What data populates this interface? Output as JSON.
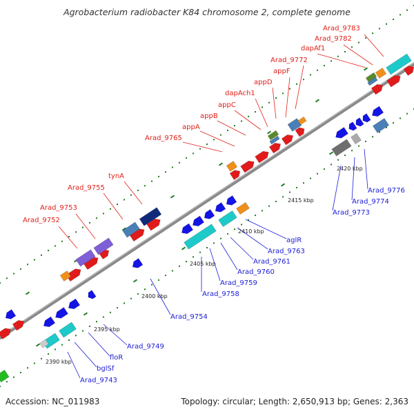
{
  "title": "Agrobacterium radiobacter K84 chromosome 2, complete genome",
  "footer": {
    "accession": "Accession: NC_011983",
    "topology": "Topology: circular; Length: 2,650,913 bp; Genes: 2,363"
  },
  "colors": {
    "forward_label": "#e0201a",
    "reverse_label": "#1b1bd6",
    "backbone": "#8a8a8a",
    "tick": "#1f7a1f"
  },
  "ticks": [
    "2390 kbp",
    "2395 kbp",
    "2400 kbp",
    "2405 kbp",
    "2410 kbp",
    "2415 kbp",
    "2420 kbp"
  ],
  "forward_labels": [
    "Arad_9752",
    "Arad_9753",
    "Arad_9755",
    "tynA",
    "Arad_9765",
    "appA",
    "appB",
    "appC",
    "dapAch1",
    "appD",
    "appF",
    "Arad_9772",
    "dapAf1",
    "Arad_9782",
    "Arad_9783"
  ],
  "reverse_labels": [
    "Arad_9743",
    "bglSf",
    "floR",
    "Arad_9749",
    "Arad_9754",
    "Arad_9758",
    "Arad_9759",
    "Arad_9760",
    "Arad_9761",
    "Arad_9763",
    "aglR",
    "Arad_9773",
    "Arad_9774",
    "Arad_9776"
  ]
}
